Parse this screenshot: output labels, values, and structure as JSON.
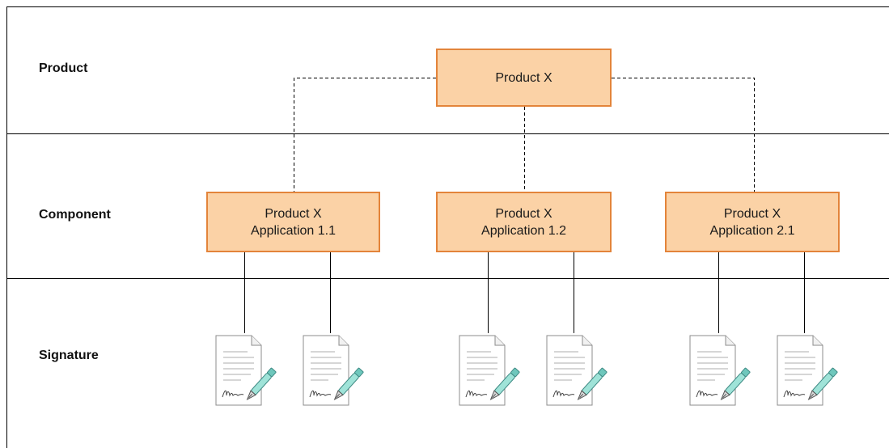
{
  "lanes": [
    {
      "label": "Product"
    },
    {
      "label": "Component"
    },
    {
      "label": "Signature"
    }
  ],
  "nodes": {
    "product": {
      "line1": "Product X"
    },
    "component_1": {
      "line1": "Product X",
      "line2": "Application 1.1"
    },
    "component_2": {
      "line1": "Product X",
      "line2": "Application 1.2"
    },
    "component_3": {
      "line1": "Product X",
      "line2": "Application 2.1"
    }
  },
  "signature_icon": "signed-document-with-pen-icon",
  "colors": {
    "node_fill": "#fbd2a6",
    "node_border": "#e3843a",
    "pen_accent": "#9fe3d8",
    "line": "#000000"
  }
}
